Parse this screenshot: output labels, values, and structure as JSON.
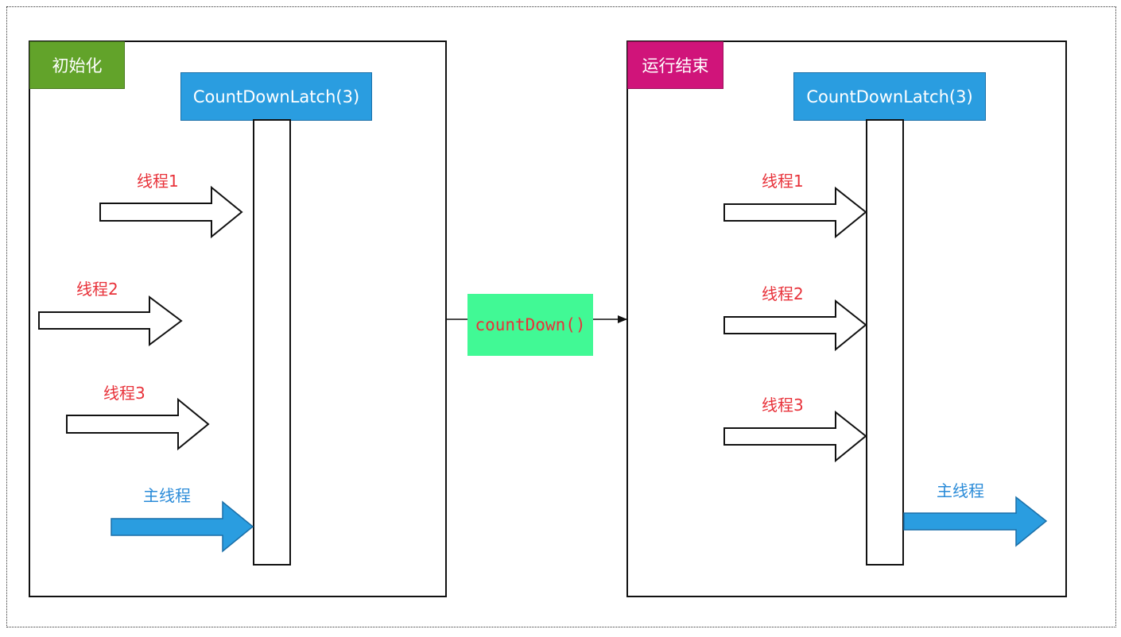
{
  "left_panel": {
    "tag": "初始化",
    "latch": "CountDownLatch(3)",
    "threads": [
      "线程1",
      "线程2",
      "线程3"
    ],
    "main_thread": "主线程"
  },
  "right_panel": {
    "tag": "运行结束",
    "latch": "CountDownLatch(3)",
    "threads": [
      "线程1",
      "线程2",
      "线程3"
    ],
    "main_thread": "主线程"
  },
  "transition": {
    "label": "countDown()"
  },
  "colors": {
    "init_tag": "#62a32a",
    "end_tag": "#d0147a",
    "latch": "#2a9de0",
    "thread_label": "#e8323a",
    "main_label": "#2a8bd8",
    "main_arrow": "#2a9de0",
    "countdown_bg": "#41f995",
    "countdown_text": "#e8323a"
  }
}
